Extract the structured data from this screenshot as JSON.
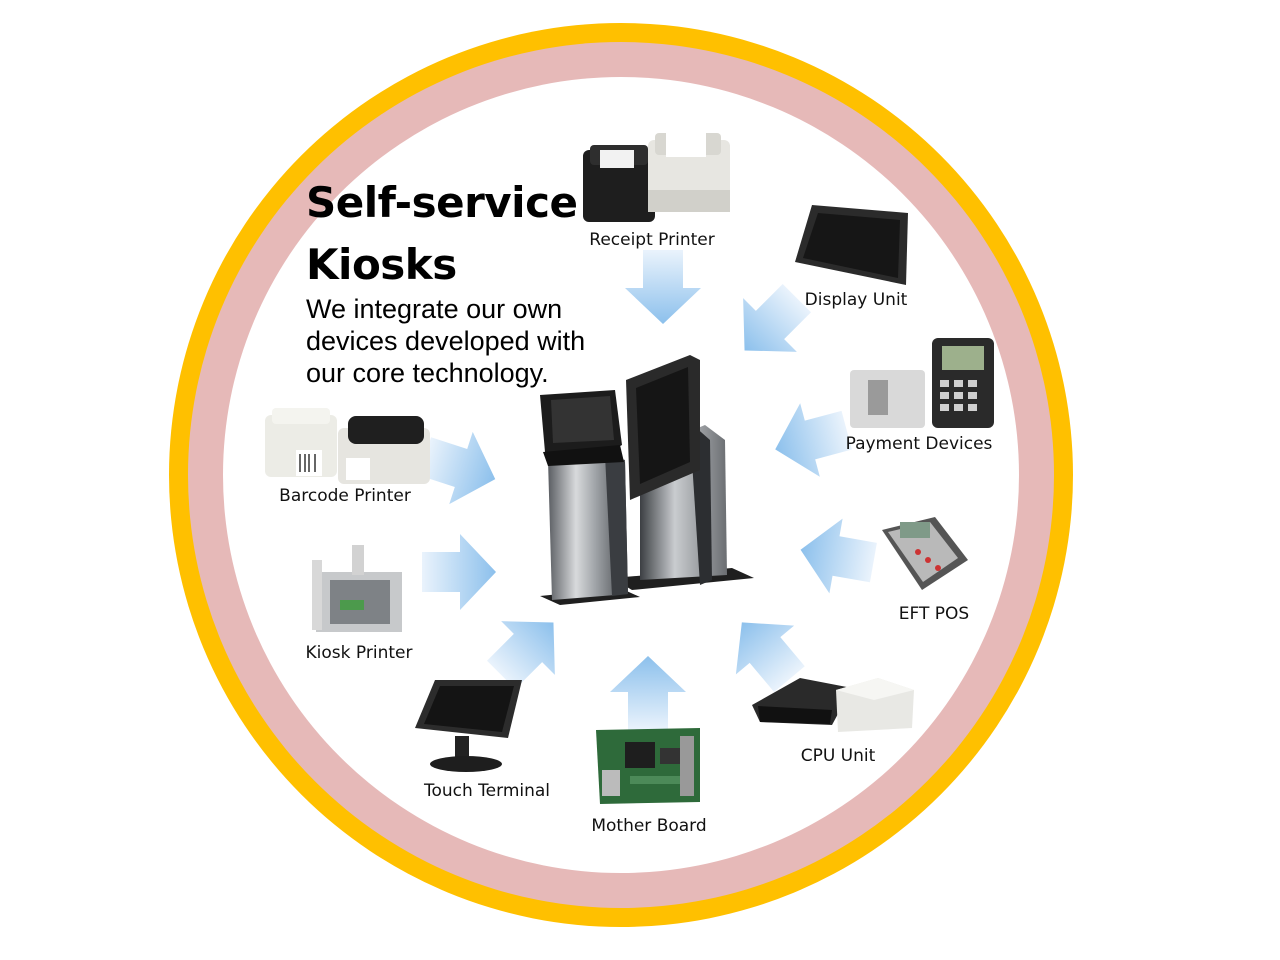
{
  "title_line1": "Self-service",
  "title_line2": "Kiosks",
  "subtitle_lines": [
    "We integrate our own",
    "devices developed with",
    "our core technology."
  ],
  "devices": [
    {
      "id": "receipt-printer",
      "label": "Receipt Printer",
      "icon": "receipt-printer-icon"
    },
    {
      "id": "display-unit",
      "label": "Display Unit",
      "icon": "display-monitor-icon"
    },
    {
      "id": "payment-devices",
      "label": "Payment Devices",
      "icon": "payment-terminal-icon"
    },
    {
      "id": "eft-pos",
      "label": "EFT POS",
      "icon": "card-reader-icon"
    },
    {
      "id": "cpu-unit",
      "label": "CPU Unit",
      "icon": "cpu-box-icon"
    },
    {
      "id": "mother-board",
      "label": "Mother Board",
      "icon": "circuit-board-icon"
    },
    {
      "id": "touch-terminal",
      "label": "Touch Terminal",
      "icon": "touch-monitor-icon"
    },
    {
      "id": "kiosk-printer",
      "label": "Kiosk Printer",
      "icon": "printer-mechanism-icon"
    },
    {
      "id": "barcode-printer",
      "label": "Barcode Printer",
      "icon": "barcode-printer-icon"
    }
  ],
  "center_icon": "kiosk-stand-icon",
  "colors": {
    "outer_ring": "#FFC000",
    "inner_ring": "#E6B9B8",
    "arrow_light": "#EAF3FC",
    "arrow_dark": "#8CC0EC"
  }
}
